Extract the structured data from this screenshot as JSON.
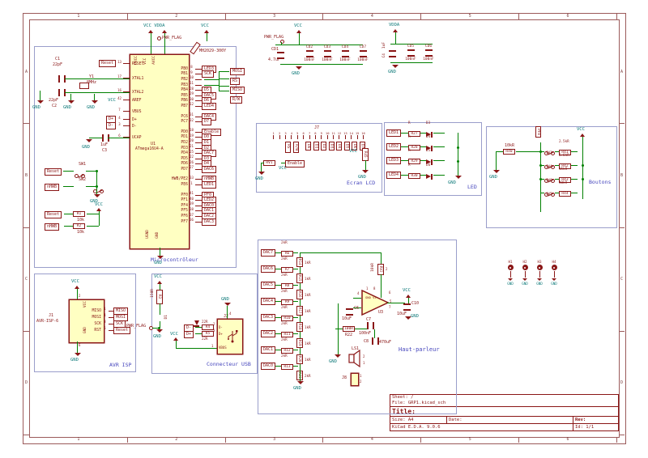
{
  "colors": {
    "wire": "#008000",
    "symbol": "#8a1616",
    "fill": "#ffffc2",
    "power": "#0e7a7a",
    "note": "#4646bd",
    "frame": "#9b5a5a"
  },
  "frame": {
    "columns": [
      "1",
      "2",
      "3",
      "4",
      "5",
      "6"
    ],
    "rows": [
      "A",
      "B",
      "C",
      "D"
    ]
  },
  "title_block": {
    "sheet": "Sheet: /",
    "file": "File: GRP1.kicad_sch",
    "title": "Title:",
    "size": "Size: A4",
    "date": "Date:",
    "rev": "Rev:",
    "app": "KiCad E.D.A. 9.0.6",
    "id": "Id: 1/1"
  },
  "mcu": {
    "section_label": "Microcontrôleur",
    "ref": "U1",
    "value": "ATmega16U4-A",
    "power_rail": "VCC VDDA",
    "vcc2": "VCC",
    "pwr_flag": "PWR_FLAG",
    "ferrite_value": "MH2029-300Y",
    "top_pins": [
      "UVCC",
      "VCC",
      "AVCC"
    ],
    "bottom_pins": [
      "UGND",
      "GND"
    ],
    "gnd_bottom": "GND",
    "left_pins": [
      {
        "flag": "Reset",
        "num": "13",
        "name": "RESET"
      },
      {
        "flag": "",
        "num": "17",
        "name": "XTAL1"
      },
      {
        "flag": "",
        "num": "16",
        "name": "XTAL2"
      },
      {
        "flag": "VCC",
        "num": "42",
        "name": "AREF"
      },
      {
        "flag": "",
        "num": "7",
        "name": "VBUS"
      },
      {
        "flag": "D+",
        "num": "4",
        "name": "D+"
      },
      {
        "flag": "D-",
        "num": "3",
        "name": "D-"
      },
      {
        "flag": "",
        "num": "6",
        "name": "UCAP"
      }
    ],
    "right_pins": [
      {
        "name": "PB0",
        "num": "8",
        "flag": "LED3"
      },
      {
        "name": "PB1",
        "num": "9",
        "flag": "SCK"
      },
      {
        "name": "PB2",
        "num": "10",
        "flag": ""
      },
      {
        "name": "PB3",
        "num": "11",
        "flag": ""
      },
      {
        "name": "PB4",
        "num": "28",
        "flag": "D5"
      },
      {
        "name": "PB5",
        "num": "29",
        "flag": "DAC5"
      },
      {
        "name": "PB6",
        "num": "30",
        "flag": "D6"
      },
      {
        "name": "PB7",
        "num": "12",
        "flag": "LED4"
      },
      {
        "name": "PC6",
        "num": "31",
        "flag": "DAC4"
      },
      {
        "name": "PC7",
        "num": "32",
        "flag": "D7"
      },
      {
        "name": "PD0",
        "num": "18",
        "flag": "Enable"
      },
      {
        "name": "PD1",
        "num": "19",
        "flag": "D0"
      },
      {
        "name": "PD2",
        "num": "20",
        "flag": "D1"
      },
      {
        "name": "PD3",
        "num": "21",
        "flag": "D2"
      },
      {
        "name": "PD4",
        "num": "25",
        "flag": "DAC7"
      },
      {
        "name": "PD5",
        "num": "22",
        "flag": "D3"
      },
      {
        "name": "PD6",
        "num": "26",
        "flag": "D4"
      },
      {
        "name": "PD7",
        "num": "27",
        "flag": "DAC6"
      },
      {
        "name": "HWB/PE2",
        "num": "33",
        "flag": "nHWB"
      },
      {
        "name": "PE6",
        "num": "1",
        "flag": "LED1"
      },
      {
        "name": "PF0",
        "num": "41",
        "flag": "PF0"
      },
      {
        "name": "PF1",
        "num": "40",
        "flag": "LED2"
      },
      {
        "name": "PF4",
        "num": "39",
        "flag": "DAC0"
      },
      {
        "name": "PF5",
        "num": "38",
        "flag": "DAC1"
      },
      {
        "name": "PF6",
        "num": "37",
        "flag": "DAC2"
      },
      {
        "name": "PF7",
        "num": "36",
        "flag": "DAC3"
      }
    ],
    "bus_flags": [
      "MOSI",
      "RS",
      "MISO",
      "R/W"
    ],
    "xtal": {
      "c1_ref": "C1",
      "c1_val": "22pF",
      "y_ref": "Y1",
      "y_val": "8MHz",
      "c2_val": "22pF",
      "c2_ref": "C2",
      "gnd1": "GND",
      "gnd2": "GND",
      "gnd3": "GND"
    },
    "ucap": {
      "ref": "C3",
      "val": "1uF",
      "gnd": "GND"
    },
    "sw": {
      "sw1": "SW1",
      "sw2": "SW2",
      "reset_flag": "Reset",
      "hwb_flag": "nHWB",
      "gnd": "GND",
      "vcc": "VCC"
    },
    "pullups": {
      "reset_flag": "Reset",
      "hwb_flag": "nHWB",
      "r1": "R1",
      "r1_val": "10k",
      "r2": "R2",
      "r2_val": "10k"
    }
  },
  "power_top": {
    "vcc": "VCC",
    "pwr_flag": "PWR_FLAG",
    "bulk_ref": "CD1",
    "bulk_val": "4.7uF",
    "gnd": "GND",
    "caps": [
      {
        "ref": "CD2",
        "val": "100nF"
      },
      {
        "ref": "CD3",
        "val": "100nF"
      },
      {
        "ref": "CD4",
        "val": "100nF"
      },
      {
        "ref": "CD7",
        "val": "100nF"
      }
    ]
  },
  "power_vdda": {
    "rail": "VDDA",
    "bulk_ref": "C4",
    "bulk_val": "1uF",
    "gnd": "GND",
    "caps": [
      {
        "ref": "CD5",
        "val": "100nF"
      },
      {
        "ref": "CD6",
        "val": "100nF"
      }
    ]
  },
  "lcd": {
    "section_label": "Ecran LCD",
    "conn_ref": "J7",
    "pin_numbers": [
      "1",
      "2",
      "3",
      "4",
      "5",
      "6",
      "7",
      "8",
      "9",
      "10",
      "11",
      "12",
      "13",
      "14",
      "15",
      "16"
    ],
    "signal_labels": [
      "RS",
      "R/W"
    ],
    "data_labels": [
      "D0",
      "D1",
      "D2",
      "D3",
      "D4",
      "D5",
      "D6",
      "D7"
    ],
    "enable_flag": "Enable",
    "pot_ref": "RV1",
    "vcc": "VCC",
    "vcc2": "VCC",
    "gnd": "GND",
    "gnd2": "GND",
    "res_ref": "R45"
  },
  "led": {
    "section_label": "LED",
    "gnd": "GND",
    "rows": [
      {
        "flag": "LED1",
        "rlabel": "R",
        "rref": "R27",
        "dref": "D3"
      },
      {
        "flag": "LED2",
        "rlabel": "R",
        "rref": "R28",
        "dref": "D4"
      },
      {
        "flag": "LED3",
        "rlabel": "R",
        "rref": "R29",
        "dref": "D5"
      },
      {
        "flag": "LED4",
        "rlabel": "R",
        "rref": "R30",
        "dref": "D6"
      }
    ]
  },
  "buttons": {
    "section_label": "Boutons",
    "net_flag": "PF0",
    "vcc": "VCC",
    "gnd": "GND",
    "pull_val": "10kR",
    "pull_ref": "R40",
    "rows": [
      {
        "sw": "SW3",
        "val": "2.5kR",
        "ref": "R41"
      },
      {
        "sw": "SW4",
        "val": "6.6kR",
        "ref": "R42"
      },
      {
        "sw": "SW6",
        "val": "15kR",
        "ref": "R43"
      },
      {
        "sw": "SW5",
        "val": "40kR",
        "ref": "R44"
      }
    ]
  },
  "avr_isp": {
    "section_label": "AVR ISP",
    "ref": "J1",
    "value": "AVR-ISP-6",
    "vcc": "VCC",
    "gnd": "GND",
    "vcc_num": "2",
    "gnd_num": "6",
    "vcc_pin": "VCC",
    "gnd_pin": "GND",
    "pins": [
      {
        "name": "MISO",
        "num": "1",
        "flag": "MISO"
      },
      {
        "name": "MOSI",
        "num": "4",
        "flag": "MOSI"
      },
      {
        "name": "SCK",
        "num": "3",
        "flag": "SCK"
      },
      {
        "name": "RST",
        "num": "5",
        "flag": "Reset"
      }
    ]
  },
  "usb": {
    "section_label": "Connecteur USB",
    "vcc": "VCC",
    "res_val": "150R",
    "res_ref": "R3",
    "led_ref": "D1",
    "pwr_flag": "PWR_FLAG",
    "gnd": "GND",
    "gnd2": "GND",
    "vcc2": "VCC",
    "conn_ref": "J2",
    "vbus_label": "VBUS",
    "vbus_num": "1",
    "conn_gnd": "GND",
    "conn_gnd_num": "4",
    "pin_dm": "D-",
    "pin_dp": "D+",
    "series": [
      {
        "flag": "D-",
        "val": "22R",
        "ref": "R4",
        "pin_num": "2"
      },
      {
        "flag": "D+",
        "val": "22R",
        "ref": "R5",
        "pin_num": "3"
      }
    ]
  },
  "speaker": {
    "section_label": "Haut-parleur",
    "gnd_ladder": "GND",
    "gnd_amp": "GND",
    "gnd_c10": "GND",
    "vcc": "VCC",
    "ladder": [
      {
        "flag": "DAC7",
        "hval": "2kR",
        "href": "R6",
        "vval": "1kR",
        "vref": "R14"
      },
      {
        "flag": "DAC6",
        "hval": "2kR",
        "href": "R7",
        "vval": "1kR",
        "vref": "R15"
      },
      {
        "flag": "DAC5",
        "hval": "2kR",
        "href": "R8",
        "vval": "1kR",
        "vref": "R16"
      },
      {
        "flag": "DAC4",
        "hval": "2kR",
        "href": "R9",
        "vval": "1kR",
        "vref": "R17"
      },
      {
        "flag": "DAC3",
        "hval": "2kR",
        "href": "R10",
        "vval": "1kR",
        "vref": "R18"
      },
      {
        "flag": "DAC2",
        "hval": "2kR",
        "href": "R11",
        "vval": "1kR",
        "vref": "R19"
      },
      {
        "flag": "DAC1",
        "hval": "2kR",
        "href": "R12",
        "vval": "1kR",
        "vref": "R20"
      },
      {
        "flag": "DAC0",
        "hval": "2kR",
        "href": "R13",
        "vval": "2kR",
        "vref": "R21"
      }
    ],
    "pot_val": "10kR",
    "pot_ref": "RV2",
    "pot_num": "2",
    "opamp_ref": "U3",
    "opamp_text": "GND V+",
    "opamp_pins": {
      "p1": "1",
      "p8": "8",
      "p4": "4",
      "p6": "6",
      "p5": "5",
      "p7": "7"
    },
    "c6_ref": "C6",
    "c6_val": "10uF",
    "c7_ref": "C7",
    "c7_val": "100nF",
    "r22_ref": "R22",
    "r22_val": "100R",
    "c8_ref": "C8",
    "c8_val": "470uF",
    "c10_ref": "C10",
    "c10_val": "10uF",
    "spk_ref": "LS1",
    "spk_p1": "1",
    "spk_p2": "2",
    "j8_ref": "J8",
    "j8_p1": "1",
    "j8_p2": "2"
  },
  "holes": {
    "items": [
      {
        "ref": "H1",
        "gnd": "GND"
      },
      {
        "ref": "H2",
        "gnd": "GND"
      },
      {
        "ref": "H3",
        "gnd": "GND"
      },
      {
        "ref": "H4",
        "gnd": "GND"
      }
    ]
  }
}
